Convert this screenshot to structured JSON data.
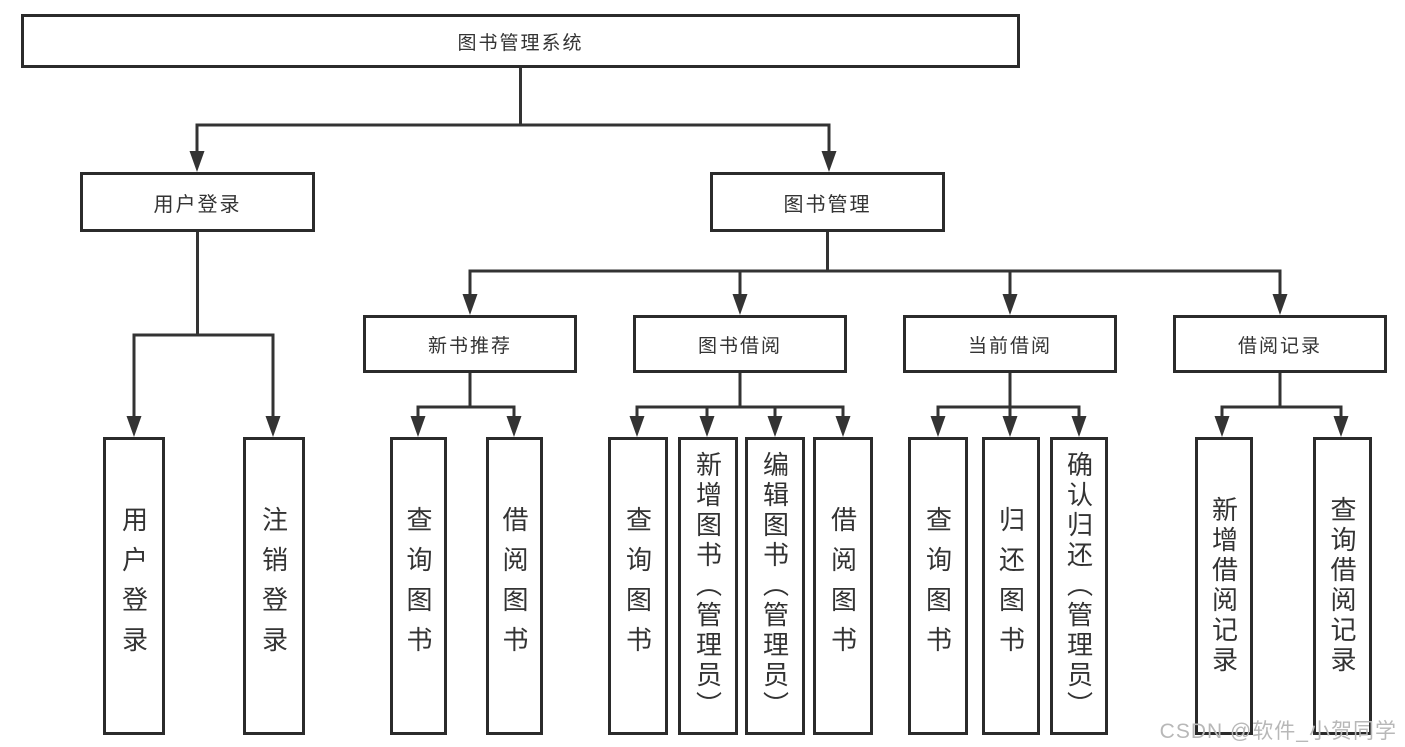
{
  "diagram": {
    "root": "图书管理系统",
    "login": {
      "label": "用户登录",
      "children": [
        "用户登录",
        "注销登录"
      ]
    },
    "management": {
      "label": "图书管理",
      "modules": [
        {
          "label": "新书推荐",
          "children": [
            "查询图书",
            "借阅图书"
          ]
        },
        {
          "label": "图书借阅",
          "children": [
            "查询图书",
            "新增图书（管理员）",
            "编辑图书（管理员）",
            "借阅图书"
          ]
        },
        {
          "label": "当前借阅",
          "children": [
            "查询图书",
            "归还图书",
            "确认归还（管理员）"
          ]
        },
        {
          "label": "借阅记录",
          "children": [
            "新增借阅记录",
            "查询借阅记录"
          ]
        }
      ]
    }
  },
  "watermark": "CSDN @软件_小贺同学",
  "colors": {
    "line": "#333333",
    "box_border": "#2b2b2b",
    "text": "#333333",
    "watermark": "#b8b8b8",
    "background": "#ffffff"
  }
}
